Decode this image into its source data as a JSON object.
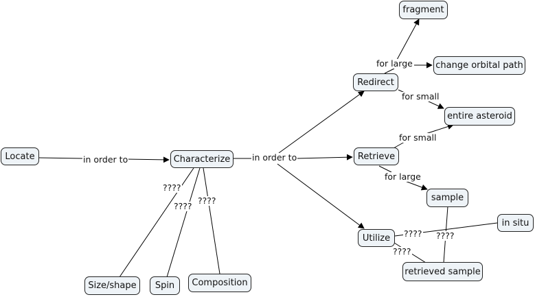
{
  "nodes": {
    "locate": "Locate",
    "characterize": "Characterize",
    "size_shape": "Size/shape",
    "spin": "Spin",
    "composition": "Composition",
    "redirect": "Redirect",
    "retrieve": "Retrieve",
    "utilize": "Utilize",
    "fragment": "fragment",
    "change_orbital_path": "change orbital path",
    "entire_asteroid": "entire asteroid",
    "sample": "sample",
    "in_situ": "in situ",
    "retrieved_sample": "retrieved sample"
  },
  "links": {
    "locate_to_characterize": "in order to",
    "characterize_out": "in order to",
    "size_shape": "????",
    "spin": "????",
    "composition": "????",
    "redirect_large": "for large",
    "redirect_small": "for small",
    "retrieve_small": "for small",
    "retrieve_large": "for large",
    "utilize_in_situ": "????",
    "utilize_retrieved": "????",
    "sample_retrieved": "????"
  }
}
